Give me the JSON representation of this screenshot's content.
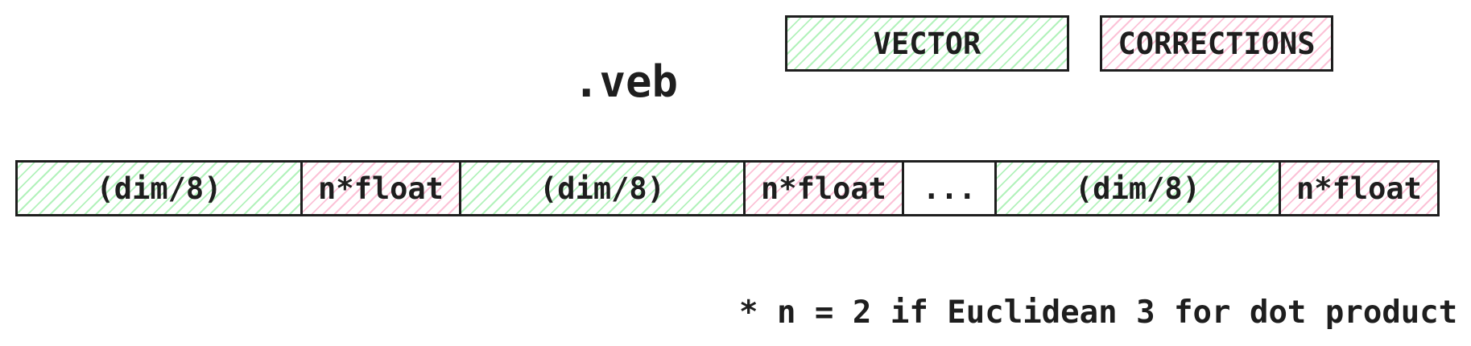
{
  "title": ".veb",
  "legend": {
    "vector": "VECTOR",
    "corrections": "CORRECTIONS"
  },
  "segments": [
    {
      "label": "(dim/8)",
      "kind": "vector"
    },
    {
      "label": "n*float",
      "kind": "corrections"
    },
    {
      "label": "(dim/8)",
      "kind": "vector"
    },
    {
      "label": "n*float",
      "kind": "corrections"
    },
    {
      "label": "...",
      "kind": "ellipsis"
    },
    {
      "label": "(dim/8)",
      "kind": "vector"
    },
    {
      "label": "n*float",
      "kind": "corrections"
    }
  ],
  "footnote": "* n = 2 if Euclidean 3 for dot product",
  "colors": {
    "vector_hatch": "#b2f2bb",
    "corrections_hatch": "#fcc2d7",
    "stroke": "#1e1e1e"
  }
}
